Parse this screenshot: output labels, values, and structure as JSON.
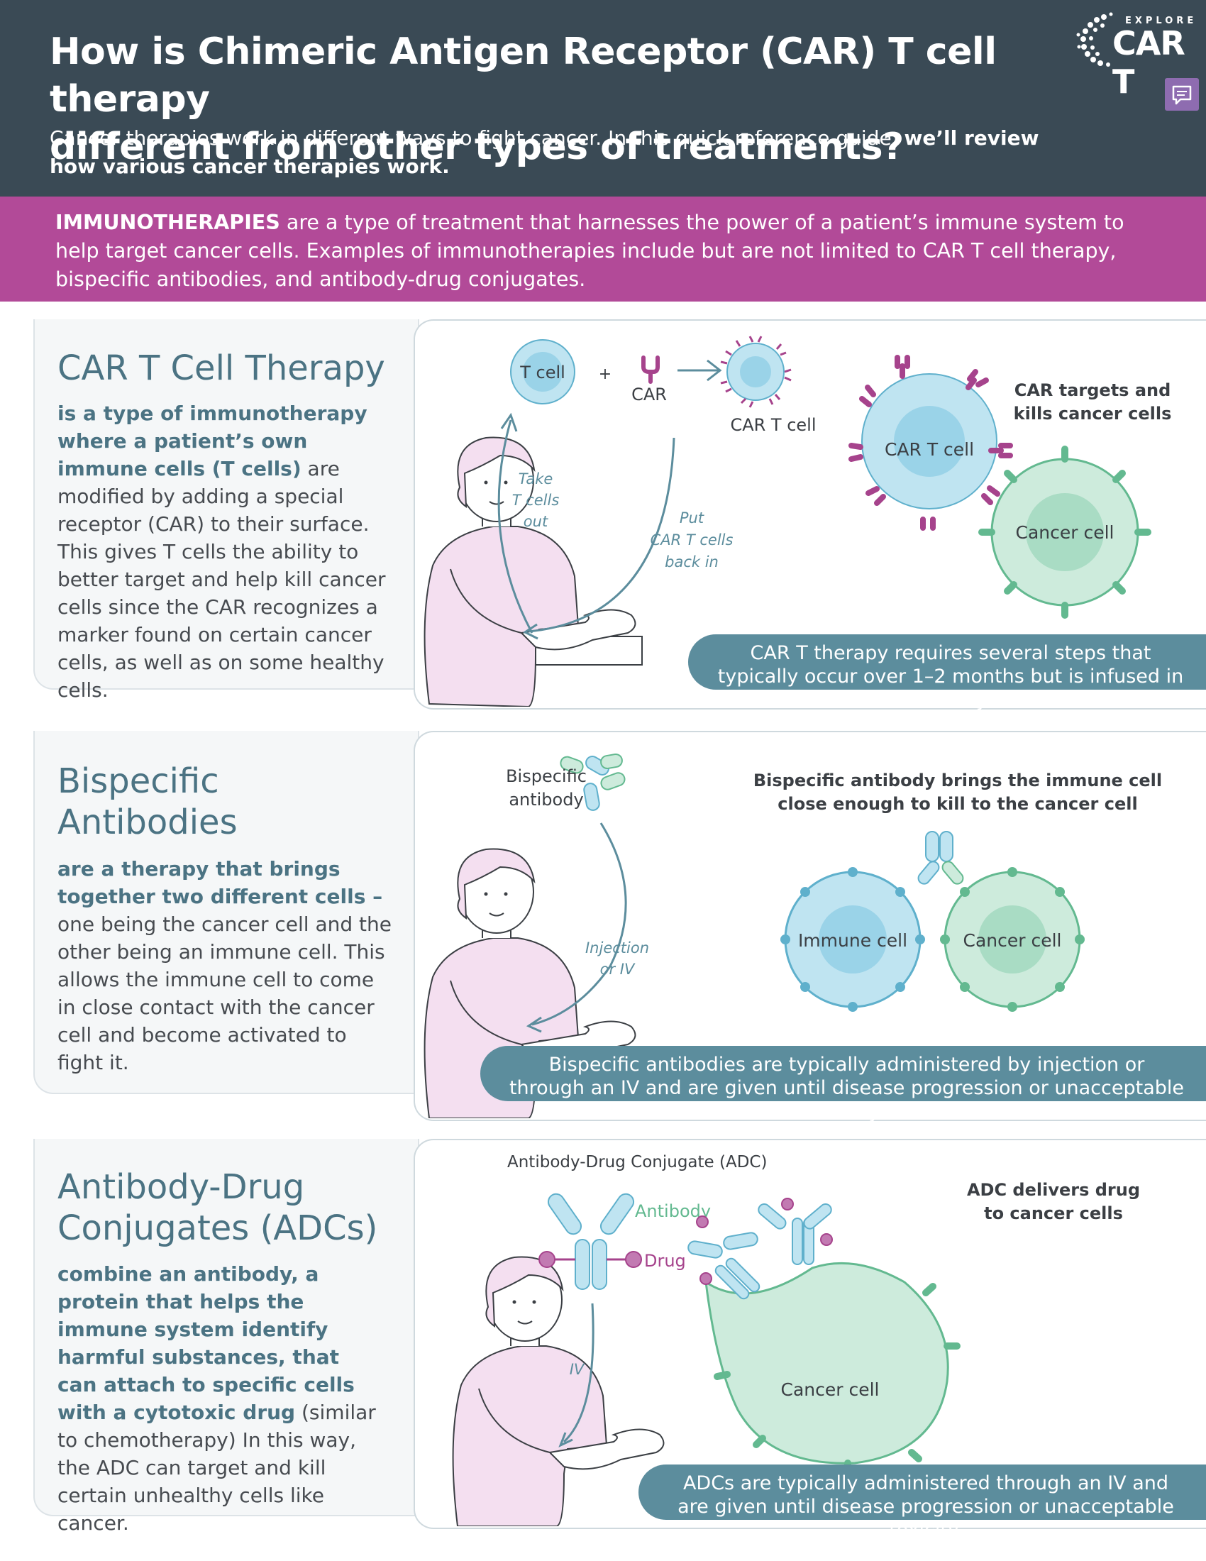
{
  "header": {
    "title_line1": "How is Chimeric Antigen Receptor (CAR) T cell therapy",
    "title_line2": "different from other types of treatments?",
    "subtitle_plain": "Cancer therapies work in different ways to fight cancer. In this quick reference guide, ",
    "subtitle_bold": "we’ll review how various cancer therapies work."
  },
  "logo": {
    "explore": "EXPLORE",
    "name": "CAR T"
  },
  "intro": {
    "bold": "IMMUNOTHERAPIES",
    "text": " are a type of treatment that harnesses the power of a patient’s immune system to help target cancer cells. Examples of immunotherapies include but are not limited to CAR T cell therapy, bispecific antibodies, and antibody-drug conjugates."
  },
  "cart": {
    "title": "CAR T Cell Therapy",
    "body_bold": "is a type of immunotherapy where a patient’s own immune cells (T cells)",
    "body_text": " are modified by adding a special receptor (CAR) to their surface. This gives T cells the ability to better target and help kill cancer cells since the CAR recognizes a marker found on certain cancer cells, as well as on some healthy cells.",
    "diagram": {
      "tcell": "T cell",
      "plus": "+",
      "car": "CAR",
      "cartcell": "CAR T cell",
      "take_out": [
        "Take",
        "T cells",
        "out"
      ],
      "put_back": [
        "Put",
        "CAR T cells",
        "back in"
      ],
      "targets_heading": [
        "CAR targets and",
        "kills cancer cells"
      ],
      "cart_label": "CAR T cell",
      "cancer_label": "Cancer cell"
    },
    "caption": "CAR T therapy requires several steps that typically occur over 1–2 months but is infused in one day."
  },
  "bispecific": {
    "title_line1": "Bispecific",
    "title_line2": "Antibodies",
    "body_bold": "are a therapy that brings together two different cells –",
    "body_text": " one being the cancer cell and the other being an immune cell. This allows the immune cell to come in close contact with the cancer cell and become activated to fight it.",
    "diagram": {
      "antibody_label": [
        "Bispecific",
        "antibody"
      ],
      "route": [
        "Injection",
        "or IV"
      ],
      "heading": [
        "Bispecific antibody brings the immune cell",
        "close enough to kill to the cancer cell"
      ],
      "immune_label": "Immune cell",
      "cancer_label": "Cancer cell"
    },
    "caption": "Bispecific antibodies are typically administered by injection or through an IV and are given until disease progression or unacceptable toxicity."
  },
  "adc": {
    "title_line1": "Antibody-Drug",
    "title_line2": "Conjugates (ADCs)",
    "body_bold": "combine an antibody, a protein that helps the immune system identify harmful substances, that can attach to specific cells with a cytotoxic drug",
    "body_text": " (similar to chemotherapy) In this way, the ADC can target and kill certain unhealthy cells like cancer.",
    "diagram": {
      "adc_label": "Antibody-Drug Conjugate (ADC)",
      "antibody": "Antibody",
      "drug": "Drug",
      "route": "IV",
      "heading": [
        "ADC delivers drug",
        "to cancer cells"
      ],
      "cancer_label": "Cancer cell"
    },
    "caption": "ADCs are typically administered through an IV and are given until disease progression or unacceptable toxicity."
  },
  "colors": {
    "header_bg": "#3a4a55",
    "band_bg": "#b24a98",
    "teal": "#4b7383",
    "caption_bg": "#5c8d9d",
    "tcell_blue": "#bfe4f1",
    "cancer_green": "#cdebdc",
    "car_purple": "#a6438c",
    "patient_pink": "#f4dff0"
  }
}
